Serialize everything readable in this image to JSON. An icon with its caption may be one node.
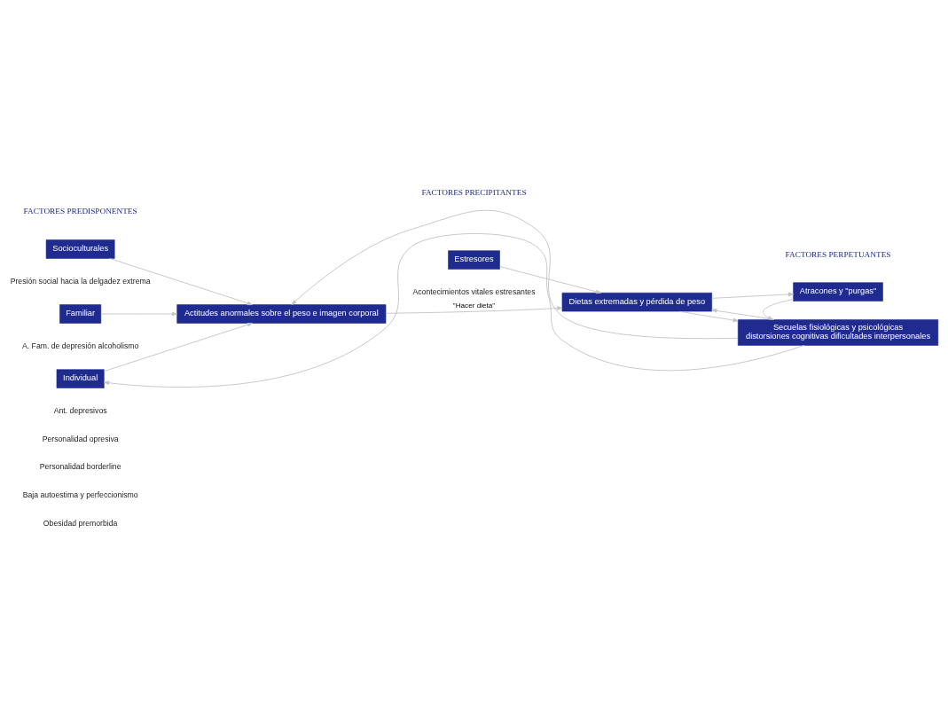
{
  "diagram": {
    "nodes": [
      {
        "text": [
          "Socioculturales"
        ],
        "beside": [
          "Presión social hacia la delgadez extrema"
        ]
      },
      {
        "text": [
          "Familiar"
        ],
        "beside": [
          "A. Fam. de depresión alcoholismo"
        ]
      },
      {
        "text": [
          "Individual"
        ],
        "beside": [
          "Ant. depresivos",
          "Personalidad opresiva",
          "Personalidad borderline",
          "Baja autoestima y perfeccionismo",
          "Obesidad premorbida"
        ]
      },
      {
        "text": [
          "Estresores"
        ],
        "beside": [
          "Acontecimientos vitales estresantes"
        ]
      },
      {
        "text": [
          "Actitudes anormales sobre el peso e imagen corporal"
        ]
      },
      {
        "text": [
          "Dietas extremadas y pérdida de peso"
        ]
      },
      {
        "text": [
          "Atracones y \"purgas\""
        ]
      },
      {
        "text": [
          "Secuelas fisiológicas y psicológicas",
          "distorsiones cognitivas dificultades interpersonales"
        ]
      }
    ],
    "edges": [
      {
        "from": 0,
        "to": 4,
        "arrow": "to"
      },
      {
        "from": 1,
        "to": 4,
        "arrow": "to"
      },
      {
        "from": 2,
        "to": 4,
        "arrow": "to"
      },
      {
        "from": 4,
        "to": 5,
        "arrow": "to",
        "label": "\"Hacer dieta\""
      },
      {
        "from": 3,
        "to": 5,
        "arrow": "to"
      },
      {
        "from": 5,
        "to": 6,
        "arrow": "to"
      },
      {
        "from": 6,
        "to": 7,
        "arrow": "to"
      },
      {
        "from": 5,
        "to": 7,
        "arrow": "to"
      },
      {
        "from": 7,
        "to": 2,
        "arrow": "to"
      },
      {
        "from": 7,
        "to": 4,
        "arrow": "to"
      },
      {
        "from": 7,
        "to": 5,
        "arrow": "to"
      }
    ],
    "labels": [
      "FACTORES PREDISPONENTES",
      "FACTORES PRECIPITANTES",
      "FACTORES PERPETUANTES"
    ]
  }
}
